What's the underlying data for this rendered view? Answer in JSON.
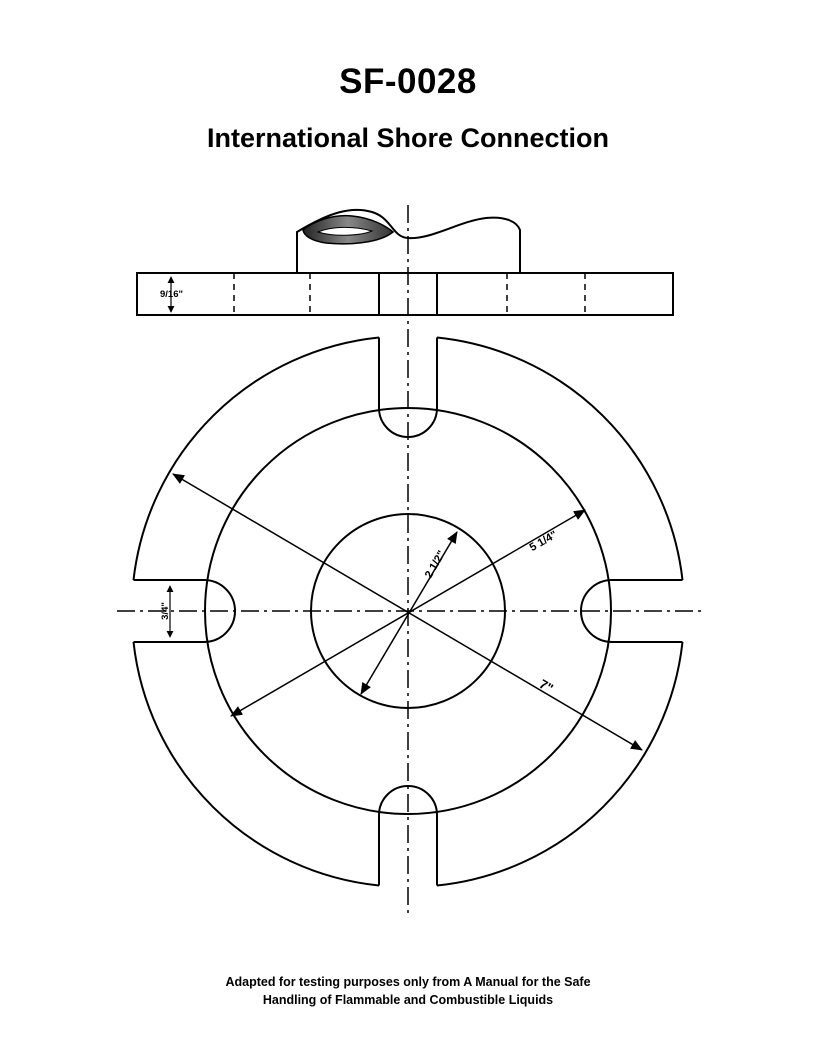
{
  "document": {
    "code": "SF-0028",
    "title": "International Shore Connection"
  },
  "dimensions": {
    "thickness": "9/16\"",
    "slot_width": "3/4\"",
    "bore_diameter": "2 1/2\"",
    "bolt_circle_diameter": "5 1/4\"",
    "outer_diameter": "7\""
  },
  "footer": {
    "line1": "Adapted for testing purposes only from A Manual for the Safe",
    "line2": "Handling of Flammable and Combustible Liquids"
  }
}
